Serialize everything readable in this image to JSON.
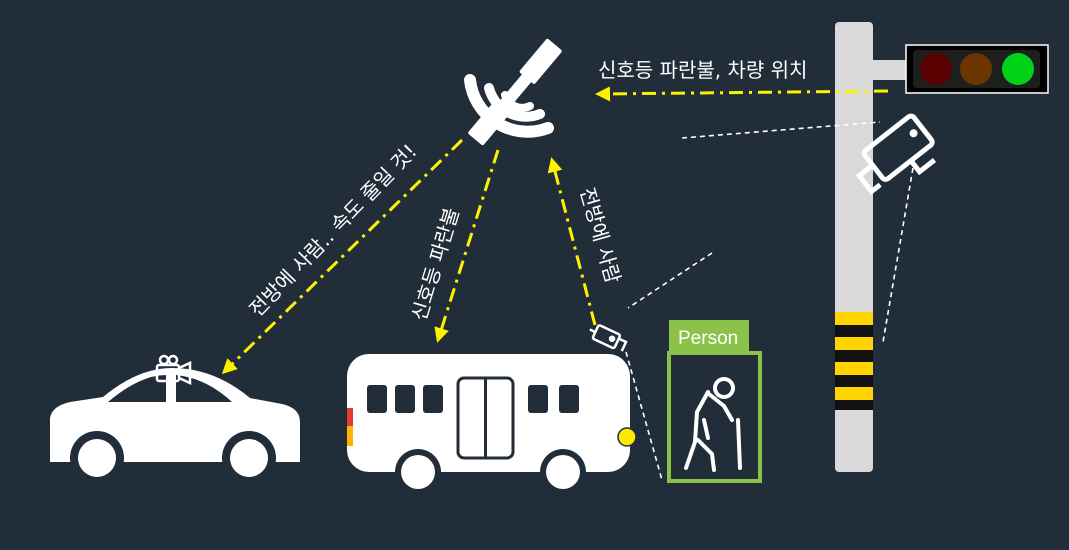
{
  "labels": {
    "traffic_to_satellite": "신호등 파란불, 차량 위치",
    "satellite_to_car": "전방에 사람.. 속도 줄일 것!",
    "satellite_to_bus": "신호등 파란불",
    "camera_to_satellite": "전방에 사람",
    "person_tag": "Person"
  },
  "traffic_light": {
    "lamps": [
      {
        "name": "red",
        "color": "#5a0000"
      },
      {
        "name": "amber",
        "color": "#6b3500"
      },
      {
        "name": "green",
        "color": "#00d21a"
      }
    ]
  },
  "colors": {
    "background": "#222d3a",
    "arrow": "#fff200",
    "person_accent": "#8bc34a",
    "pole_stripe": "#ffd400"
  }
}
